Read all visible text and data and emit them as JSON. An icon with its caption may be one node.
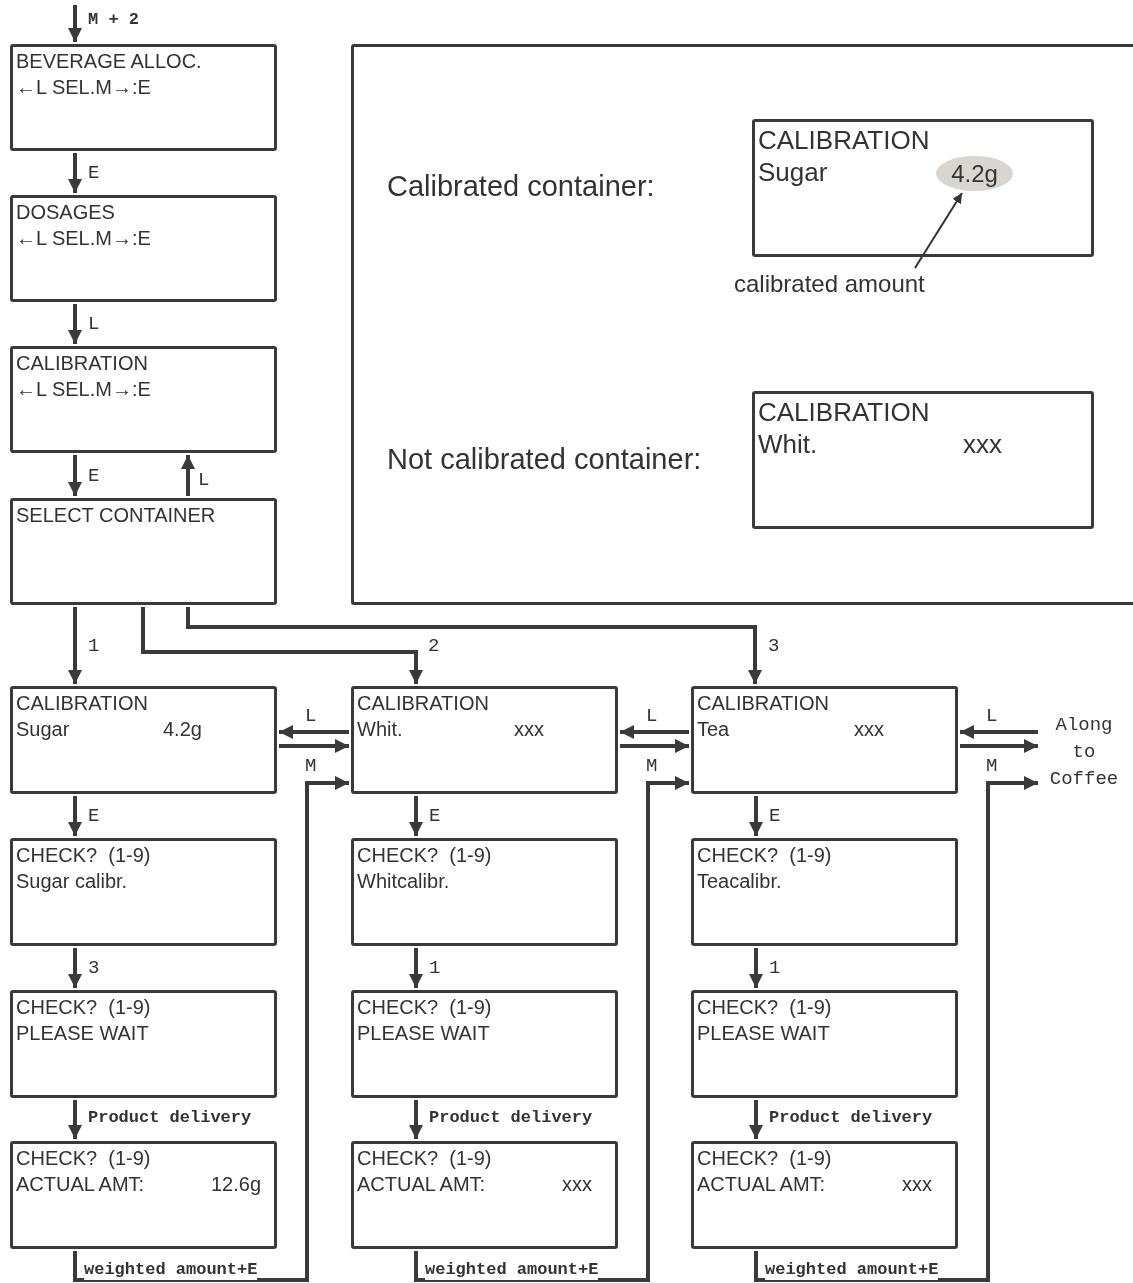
{
  "diagram": {
    "nodes": [
      {
        "text": [
          "BEVERAGE ALLOC.",
          "←L SEL.M→:E"
        ]
      },
      {
        "text": [
          "DOSAGES",
          "←L SEL.M→:E"
        ]
      },
      {
        "text": [
          "CALIBRATION",
          "←L SEL.M→:E"
        ]
      },
      {
        "text": [
          "SELECT CONTAINER"
        ]
      },
      {
        "text": [],
        "shape": "box"
      },
      {
        "text": [
          "CALIBRATION",
          "Sugar"
        ],
        "in": 4
      },
      {
        "text": [
          "4.2g"
        ],
        "in": 5
      },
      {
        "text": [
          "calibrated amount"
        ],
        "in": 4
      },
      {
        "text": [
          "CALIBRATION",
          "Whit.",
          "xxx"
        ],
        "in": 4
      },
      {
        "text": [
          "CALIBRATION",
          "Sugar",
          "4.2g"
        ]
      },
      {
        "text": [
          "CHECK?  (1-9)",
          "Sugar calibr."
        ]
      },
      {
        "text": [
          "CHECK?  (1-9)",
          "PLEASE WAIT"
        ]
      },
      {
        "text": [
          "CHECK?  (1-9)",
          "ACTUAL AMT:",
          "12.6g"
        ]
      },
      {
        "text": [
          "CALIBRATION",
          "Whit.",
          "xxx"
        ]
      },
      {
        "text": [
          "CHECK?  (1-9)",
          "Whitcalibr."
        ]
      },
      {
        "text": [
          "CHECK?  (1-9)",
          "PLEASE WAIT"
        ]
      },
      {
        "text": [
          "CHECK?  (1-9)",
          "ACTUAL AMT:",
          "xxx"
        ]
      },
      {
        "text": [
          "CALIBRATION",
          "Tea",
          "xxx"
        ]
      },
      {
        "text": [
          "CHECK?  (1-9)",
          "Teacalibr."
        ]
      },
      {
        "text": [
          "CHECK?  (1-9)",
          "PLEASE WAIT"
        ]
      },
      {
        "text": [
          "CHECK?  (1-9)",
          "ACTUAL AMT:",
          "xxx"
        ]
      },
      {
        "text": [
          "Along to Coffee"
        ]
      }
    ],
    "edges": [
      {
        "from": null,
        "to": 0,
        "arrow": "to",
        "label": "M + 2"
      },
      {
        "from": 0,
        "to": 1,
        "arrow": "to",
        "label": "E"
      },
      {
        "from": 1,
        "to": 2,
        "arrow": "to",
        "label": "L"
      },
      {
        "from": 2,
        "to": 3,
        "arrow": "to",
        "label": "E"
      },
      {
        "from": 3,
        "to": 2,
        "arrow": "to",
        "label": "L"
      },
      {
        "from": 3,
        "to": 9,
        "arrow": "to",
        "label": "1"
      },
      {
        "from": 3,
        "to": 13,
        "arrow": "to",
        "label": "2"
      },
      {
        "from": 3,
        "to": 17,
        "arrow": "to",
        "label": "3"
      },
      {
        "from": 9,
        "to": 10,
        "arrow": "to",
        "label": "E"
      },
      {
        "from": 10,
        "to": 11,
        "arrow": "to",
        "label": "3"
      },
      {
        "from": 11,
        "to": 12,
        "arrow": "to",
        "label": "Product delivery"
      },
      {
        "from": 12,
        "to": 13,
        "arrow": "to",
        "label": "weighted amount+E"
      },
      {
        "from": 13,
        "to": 9,
        "arrow": "to",
        "label": "L"
      },
      {
        "from": 9,
        "to": 13,
        "arrow": "to",
        "label": "M"
      },
      {
        "from": 13,
        "to": 14,
        "arrow": "to",
        "label": "E"
      },
      {
        "from": 14,
        "to": 15,
        "arrow": "to",
        "label": "1"
      },
      {
        "from": 15,
        "to": 16,
        "arrow": "to",
        "label": "Product delivery"
      },
      {
        "from": 16,
        "to": 17,
        "arrow": "to",
        "label": "weighted amount+E"
      },
      {
        "from": 17,
        "to": 13,
        "arrow": "to",
        "label": "L"
      },
      {
        "from": 13,
        "to": 17,
        "arrow": "to",
        "label": "M"
      },
      {
        "from": 17,
        "to": 18,
        "arrow": "to",
        "label": "E"
      },
      {
        "from": 18,
        "to": 19,
        "arrow": "to",
        "label": "1"
      },
      {
        "from": 19,
        "to": 20,
        "arrow": "to",
        "label": "Product delivery"
      },
      {
        "from": 20,
        "to": 21,
        "arrow": "to",
        "label": "weighted amount+E"
      },
      {
        "from": 21,
        "to": 17,
        "arrow": "to",
        "label": "L"
      },
      {
        "from": 17,
        "to": 21,
        "arrow": "to",
        "label": "M"
      },
      {
        "from": 7,
        "to": 6,
        "arrow": "to"
      }
    ],
    "labels": [
      "Calibrated container:",
      "Not calibrated container:"
    ]
  }
}
